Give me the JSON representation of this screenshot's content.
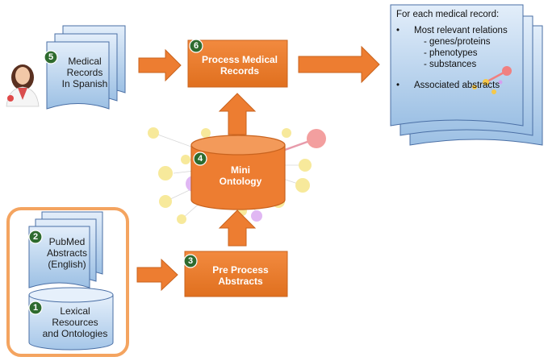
{
  "nodes": {
    "medical_records": {
      "number": "5",
      "lines": [
        "Medical",
        "Records",
        "In Spanish"
      ]
    },
    "process_records": {
      "number": "6",
      "lines": [
        "Process Medical",
        "Records"
      ]
    },
    "ontology": {
      "number": "4",
      "lines": [
        "Mini",
        "Ontology"
      ]
    },
    "pubmed": {
      "number": "2",
      "lines": [
        "PubMed",
        "Abstracts",
        "(English)"
      ]
    },
    "lexical": {
      "number": "1",
      "lines": [
        "Lexical",
        "Resources",
        "and Ontologies"
      ]
    },
    "preprocess": {
      "number": "3",
      "lines": [
        "Pre Process",
        "Abstracts"
      ]
    }
  },
  "outcome": {
    "heading": "For each medical record:",
    "bullet_1": "Most relevant relations",
    "sub_items": [
      "- genes/proteins",
      "- phenotypes",
      "- substances"
    ],
    "bullet_2": "Associated abstracts",
    "bullet_char": "•"
  },
  "colors": {
    "orange": "#ED7D31",
    "orange_dark": "#C9631E",
    "doc_blue_light": "#DCE9F8",
    "doc_blue": "#9DC3E6",
    "doc_border": "#4A6FA5",
    "badge_green": "#2E6B2E",
    "frame": "#F4A460"
  }
}
